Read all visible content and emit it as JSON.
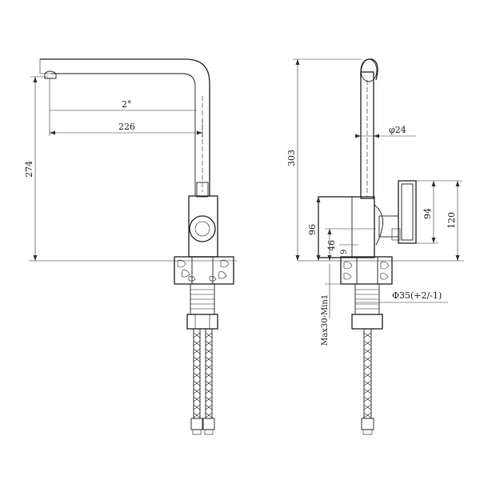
{
  "views": {
    "front": {
      "angle_label": "2°",
      "reach_label": "226",
      "height_label": "274"
    },
    "side": {
      "total_height_label": "303",
      "spout_diameter_label": "φ24",
      "handle_height_label": "94",
      "handle_total_label": "120",
      "body_height_label": "96",
      "lower_label": "46",
      "base_label": "9",
      "hole_diameter_label": "Φ35(+2/-1)",
      "deck_thickness_label": "Max30-Min1"
    }
  }
}
